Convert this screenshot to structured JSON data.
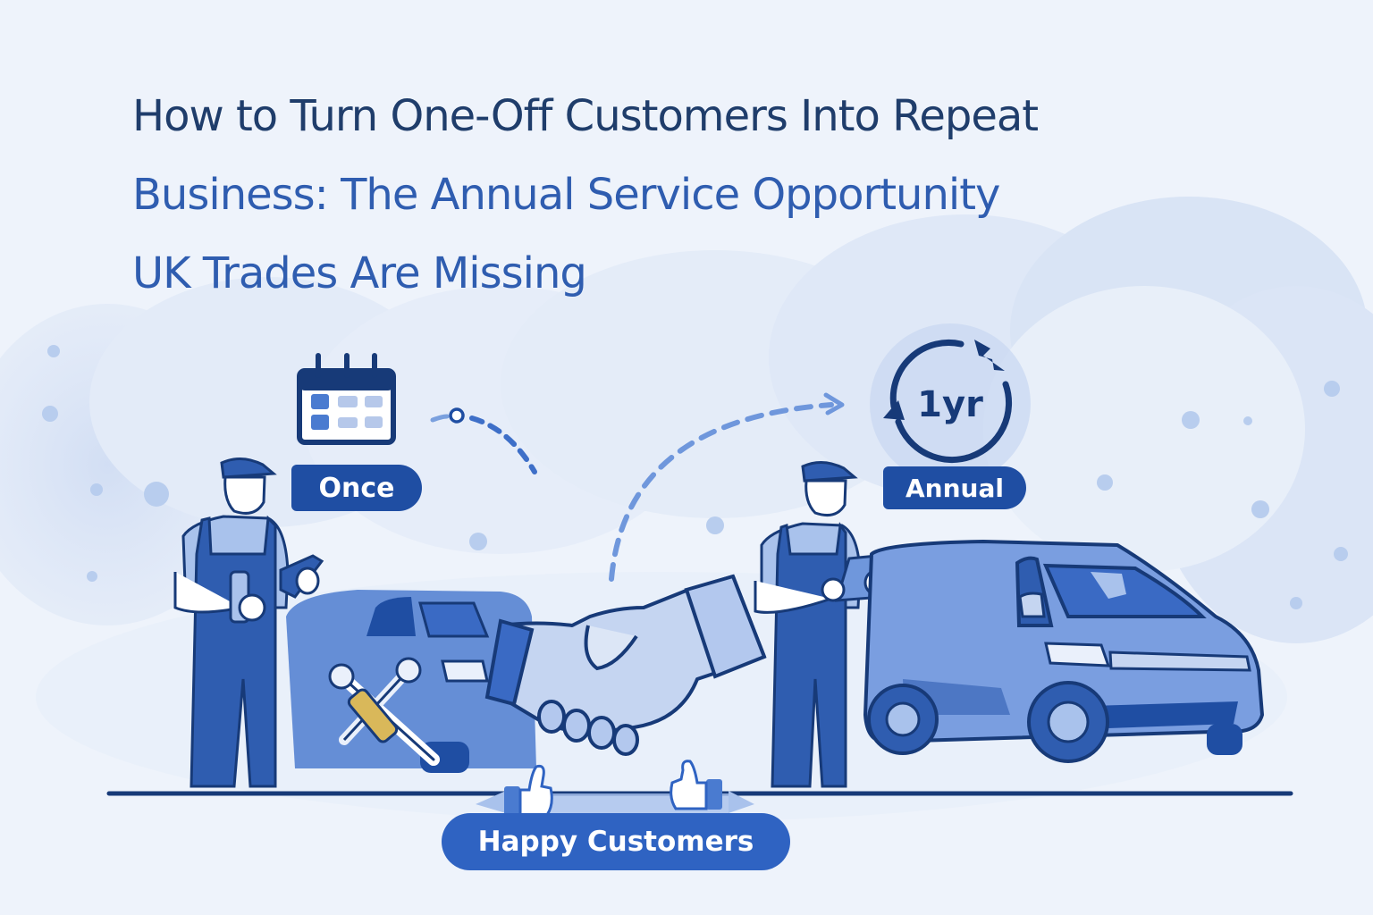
{
  "title": {
    "line1": "How to Turn One-Off Customers Into Repeat",
    "line2": "Business: The Annual Service Opportunity",
    "line3": "UK Trades Are Missing"
  },
  "labels": {
    "once": "Once",
    "annual": "Annual",
    "cycle_badge": "1yr",
    "happy_customers": "Happy Customers"
  },
  "icons": {
    "calendar": "calendar-icon",
    "cycle": "annual-cycle-icon",
    "handshake": "handshake-icon",
    "wrench_screwdriver": "tools-icon",
    "thumbs_up": "thumbs-up-icon",
    "dashed_arrow": "dashed-arrow"
  },
  "colors": {
    "background": "#eef3fb",
    "title_dark": "#1f3d6b",
    "title_blue": "#2f5db0",
    "primary": "#1f4ea3",
    "accent": "#2f63c2",
    "light_blue": "#a9c2ec",
    "outline": "#173a78",
    "tool_yellow": "#d9b85a"
  }
}
